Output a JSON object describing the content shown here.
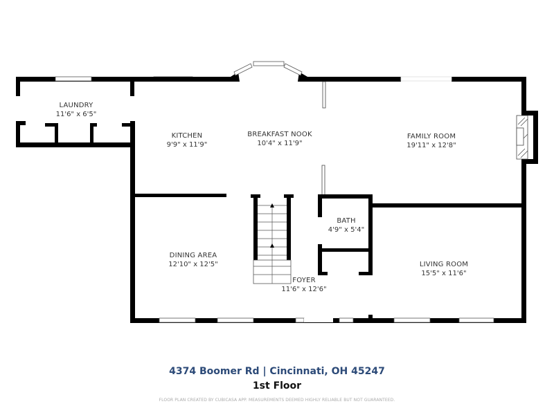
{
  "rooms": {
    "laundry": {
      "name": "LAUNDRY",
      "dims": "11'6\" x 6'5\""
    },
    "kitchen": {
      "name": "KITCHEN",
      "dims": "9'9\" x 11'9\""
    },
    "breakfast_nook": {
      "name": "BREAKFAST NOOK",
      "dims": "10'4\" x 11'9\""
    },
    "family_room": {
      "name": "FAMILY ROOM",
      "dims": "19'11\" x 12'8\""
    },
    "bath": {
      "name": "BATH",
      "dims": "4'9\" x 5'4\""
    },
    "dining_area": {
      "name": "DINING AREA",
      "dims": "12'10\" x 12'5\""
    },
    "foyer": {
      "name": "FOYER",
      "dims": "11'6\" x 12'6\""
    },
    "living_room": {
      "name": "LIVING ROOM",
      "dims": "15'5\" x 11'6\""
    }
  },
  "footer": {
    "address": "4374 Boomer Rd | Cincinnati, OH 45247",
    "floor": "1st Floor",
    "disclaimer": "FLOOR PLAN CREATED BY CUBICASA APP. MEASUREMENTS DEEMED HIGHLY RELIABLE BUT NOT GUARANTEED."
  }
}
